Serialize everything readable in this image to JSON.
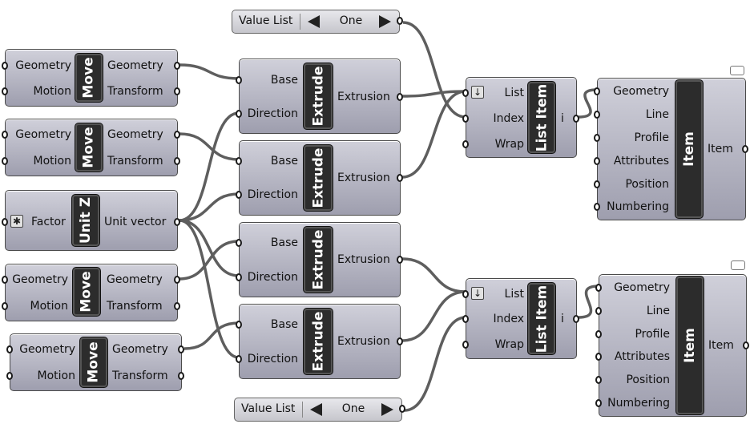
{
  "value_lists": [
    {
      "label": "Value List",
      "value": "One"
    },
    {
      "label": "Value List",
      "value": "One"
    }
  ],
  "move": {
    "nickname": "Move",
    "inputs": [
      "Geometry",
      "Motion"
    ],
    "outputs": [
      "Geometry",
      "Transform"
    ]
  },
  "extrude": {
    "nickname": "Extrude",
    "inputs": [
      "Base",
      "Direction"
    ],
    "outputs": [
      "Extrusion"
    ]
  },
  "unit_z": {
    "nickname": "Unit Z",
    "inputs": [
      "Factor"
    ],
    "outputs": [
      "Unit vector"
    ],
    "input_icon": "asterisk-param-icon"
  },
  "list_item": {
    "nickname": "List Item",
    "inputs": [
      "List",
      "Index",
      "Wrap"
    ],
    "outputs": [
      "i"
    ],
    "list_icon": "arrow-down-icon"
  },
  "item": {
    "nickname": "Item",
    "inputs": [
      "Geometry",
      "Line",
      "Profile",
      "Attributes",
      "Position",
      "Numbering"
    ],
    "outputs": [
      "Item"
    ]
  },
  "colors": {
    "component_top": "#d0d0da",
    "component_bottom": "#9e9eae",
    "nickname_bg": "#2c2c2c",
    "wire": "#5e5e5e",
    "canvas": "#ffffff"
  }
}
